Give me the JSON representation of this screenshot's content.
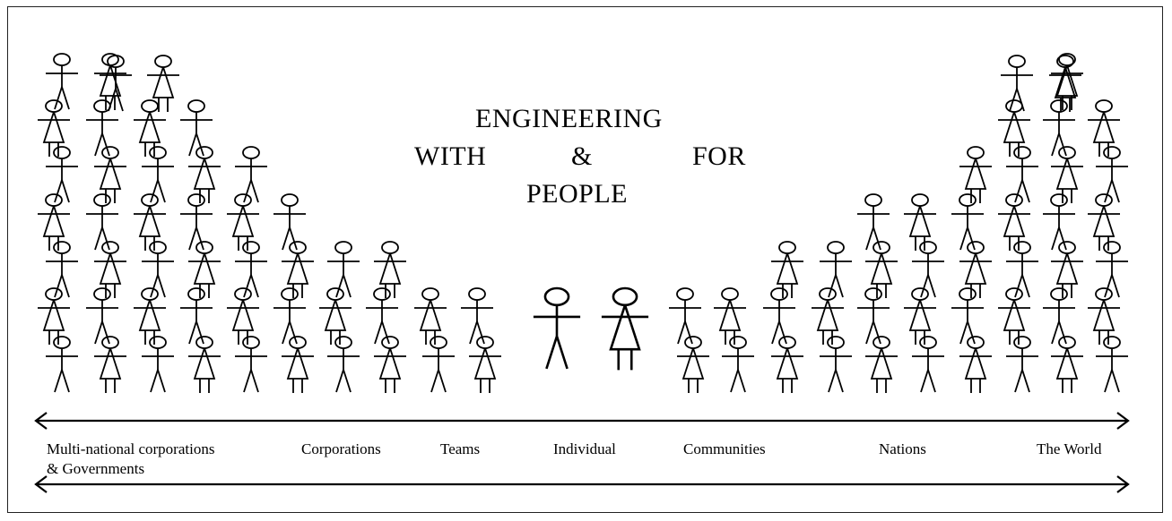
{
  "title": {
    "line1": "ENGINEERING",
    "left": "WITH",
    "middle": "&",
    "right": "FOR",
    "line3": "PEOPLE"
  },
  "scale_labels": {
    "multinational_line1": "Multi-national corporations",
    "multinational_line2": "& Governments",
    "corporations": "Corporations",
    "teams": "Teams",
    "individual": "Individual",
    "communities": "Communities",
    "nations": "Nations",
    "world": "The World"
  },
  "style": {
    "stroke": "#000000",
    "background": "#ffffff"
  }
}
